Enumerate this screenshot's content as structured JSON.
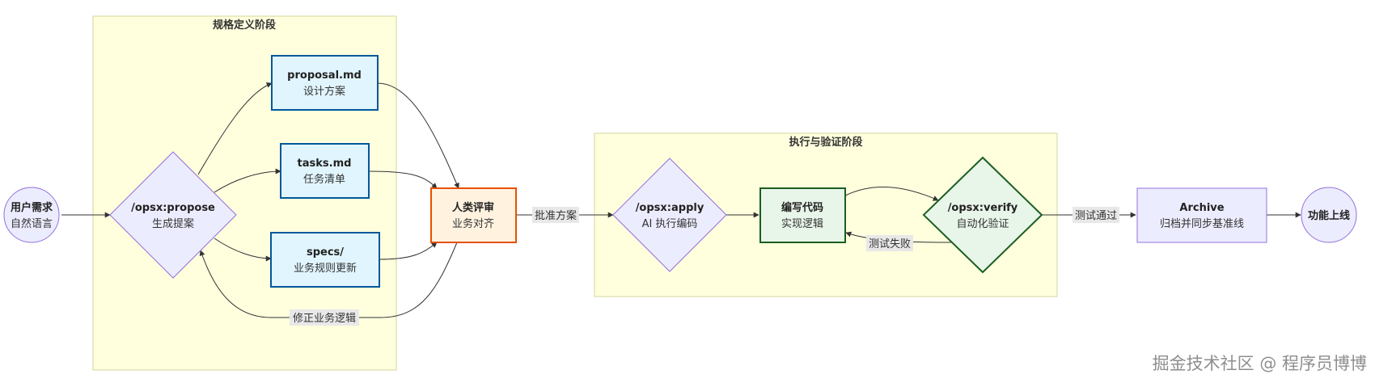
{
  "clusters": {
    "spec": {
      "title": "规格定义阶段"
    },
    "exec": {
      "title": "执行与验证阶段"
    }
  },
  "nodes": {
    "user_req": {
      "title": "用户需求",
      "subtitle": "自然语言"
    },
    "propose": {
      "title": "/opsx:propose",
      "subtitle": "生成提案"
    },
    "proposal": {
      "title": "proposal.md",
      "subtitle": "设计方案"
    },
    "tasks": {
      "title": "tasks.md",
      "subtitle": "任务清单"
    },
    "specs": {
      "title": "specs/",
      "subtitle": "业务规则更新"
    },
    "review": {
      "title": "人类评审",
      "subtitle": "业务对齐"
    },
    "apply": {
      "title": "/opsx:apply",
      "subtitle": "AI 执行编码"
    },
    "code": {
      "title": "编写代码",
      "subtitle": "实现逻辑"
    },
    "verify": {
      "title": "/opsx:verify",
      "subtitle": "自动化验证"
    },
    "archive": {
      "title": "Archive",
      "subtitle": "归档并同步基准线"
    },
    "launch": {
      "title": "功能上线"
    }
  },
  "edge_labels": {
    "fix_logic": "修正业务逻辑",
    "approve": "批准方案",
    "test_fail": "测试失败",
    "test_pass": "测试通过"
  },
  "watermark": "掘金技术社区 @ 程序员博博",
  "colors": {
    "cluster_fill": "#ffffde",
    "doc_fill": "#e1f5fe",
    "doc_stroke": "#01579b",
    "review_fill": "#fff3e0",
    "review_stroke": "#e65100",
    "code_fill": "#e8f5e9",
    "code_stroke": "#1b5e20",
    "default_fill": "#ececff",
    "default_stroke": "#9370db"
  }
}
